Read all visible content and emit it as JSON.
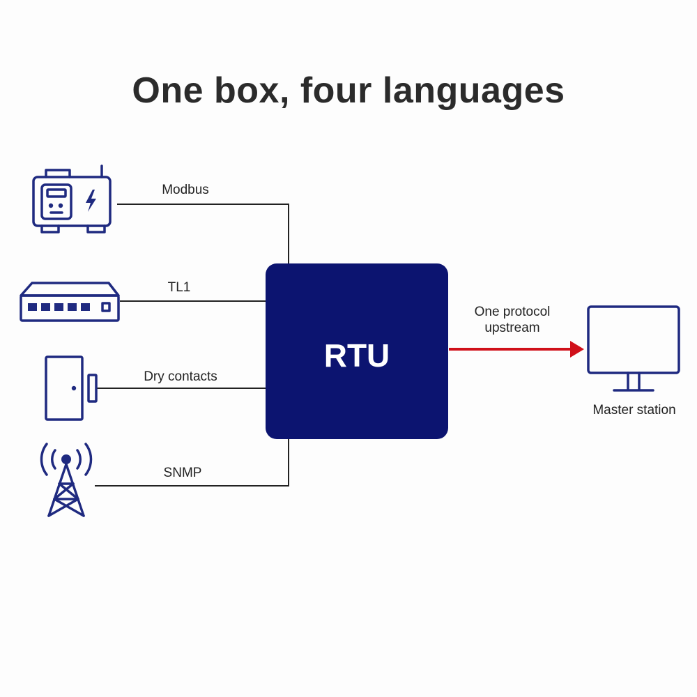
{
  "title": "One box, four languages",
  "hub": {
    "label": "RTU",
    "color": "#0c1470"
  },
  "inputs": [
    {
      "label": "Modbus",
      "icon": "generator-icon"
    },
    {
      "label": "TL1",
      "icon": "network-switch-icon"
    },
    {
      "label": "Dry contacts",
      "icon": "door-sensor-icon"
    },
    {
      "label": "SNMP",
      "icon": "radio-tower-icon"
    }
  ],
  "upstream": {
    "line1": "One protocol",
    "line2": "upstream",
    "color": "#d0101a"
  },
  "master": {
    "label": "Master station",
    "icon": "monitor-icon"
  },
  "colors": {
    "icon": "#1f2a80",
    "wire": "#222222"
  }
}
